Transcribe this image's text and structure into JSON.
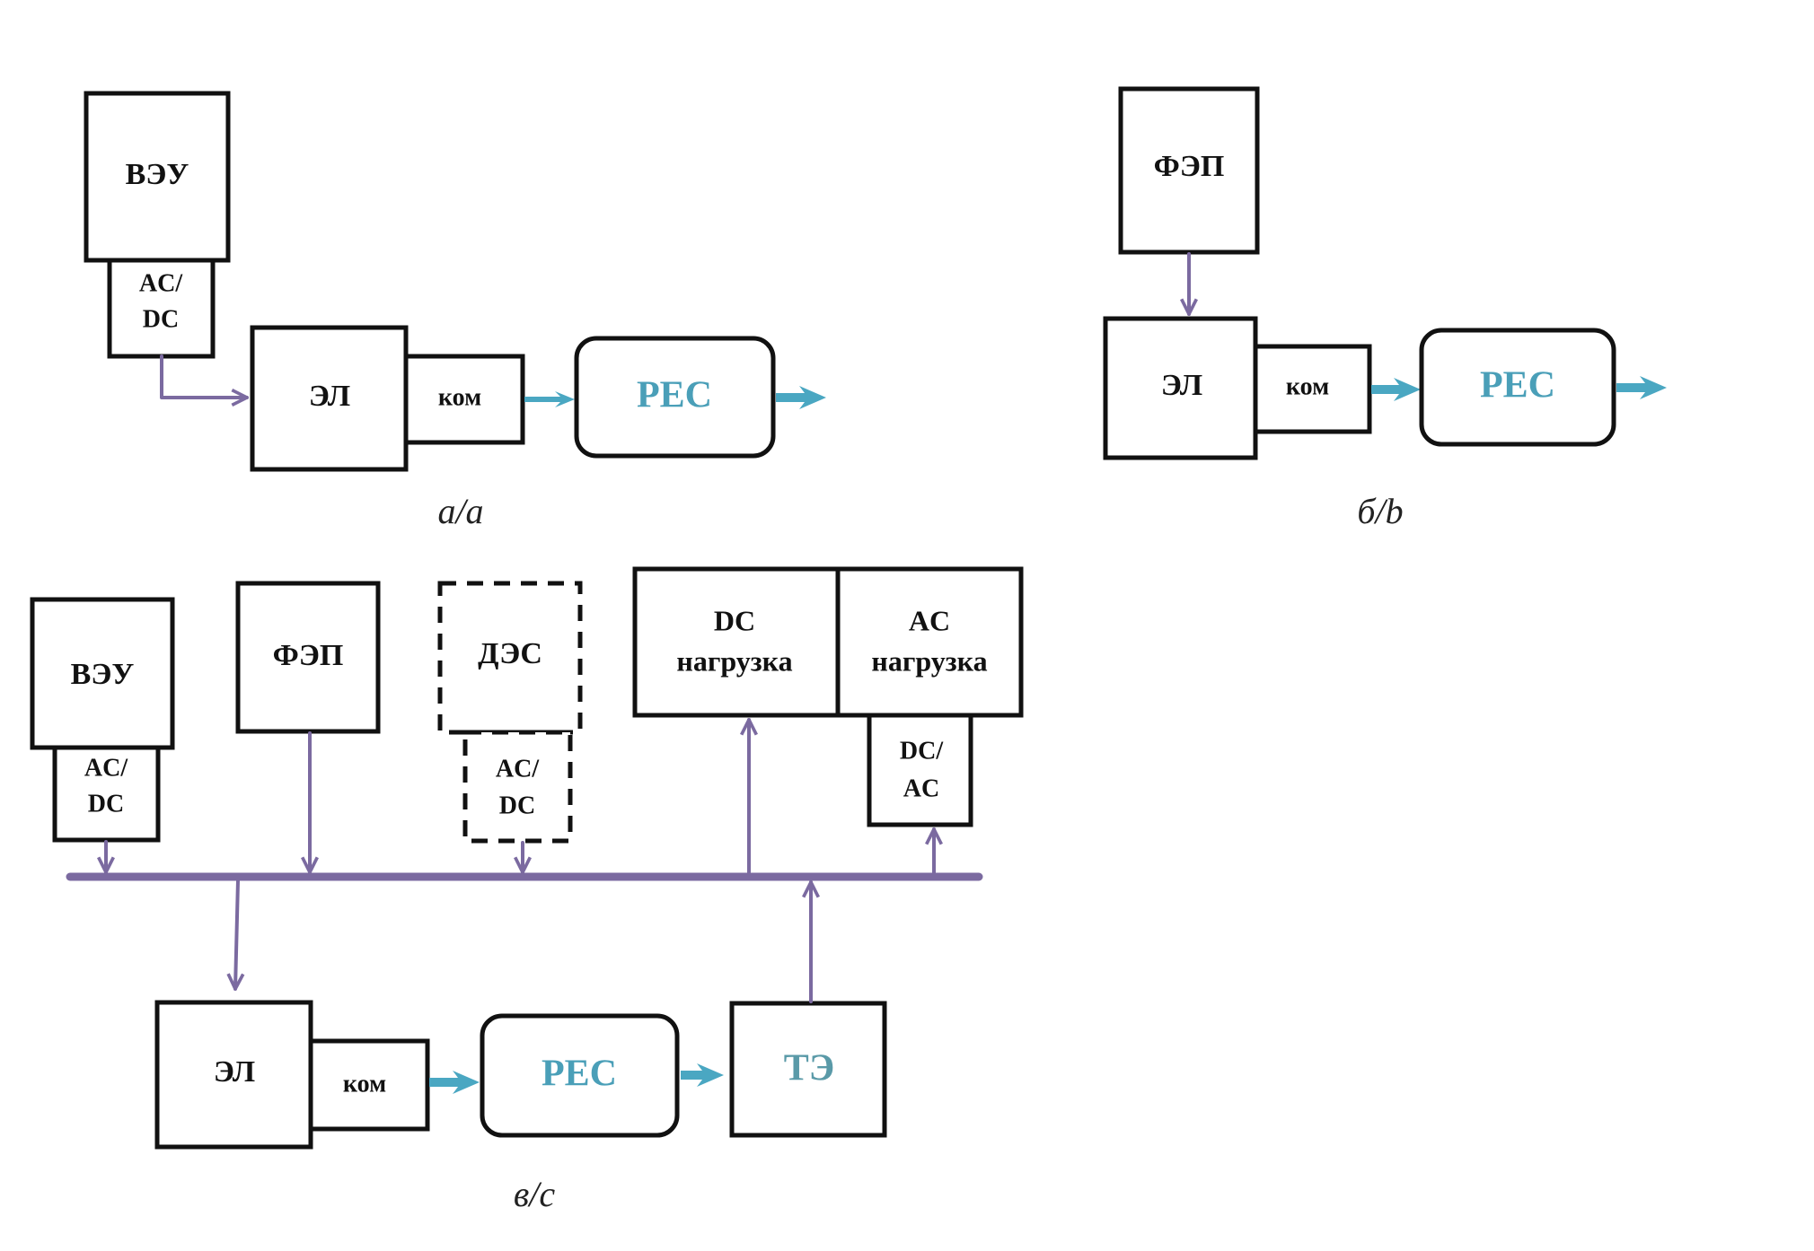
{
  "colors": {
    "power_flow": "#7b6aa0",
    "hydrogen_flow": "#4aa7c2",
    "hydrogen_text": "#4a9fb8",
    "fuel_cell_text": "#5a9aa8",
    "outline": "#111111"
  },
  "diagram_a": {
    "caption": "а/a",
    "wind": "ВЭУ",
    "rectifier_line1": "AC/",
    "rectifier_line2": "DC",
    "electrolyzer": "ЭЛ",
    "compressor": "ком",
    "storage": "РЕС"
  },
  "diagram_b": {
    "caption": "б/b",
    "solar": "ФЭП",
    "electrolyzer": "ЭЛ",
    "compressor": "ком",
    "storage": "РЕС"
  },
  "diagram_c": {
    "caption": "в/c",
    "wind": "ВЭУ",
    "wind_rectifier_line1": "AC/",
    "wind_rectifier_line2": "DC",
    "solar": "ФЭП",
    "diesel": "ДЭС",
    "diesel_rectifier_line1": "AC/",
    "diesel_rectifier_line2": "DC",
    "dc_load_line1": "DC",
    "dc_load_line2": "нагрузка",
    "ac_load_line1": "AC",
    "ac_load_line2": "нагрузка",
    "inverter_line1": "DC/",
    "inverter_line2": "AC",
    "electrolyzer": "ЭЛ",
    "compressor": "ком",
    "storage": "РЕС",
    "fuel_cell": "ТЭ"
  }
}
